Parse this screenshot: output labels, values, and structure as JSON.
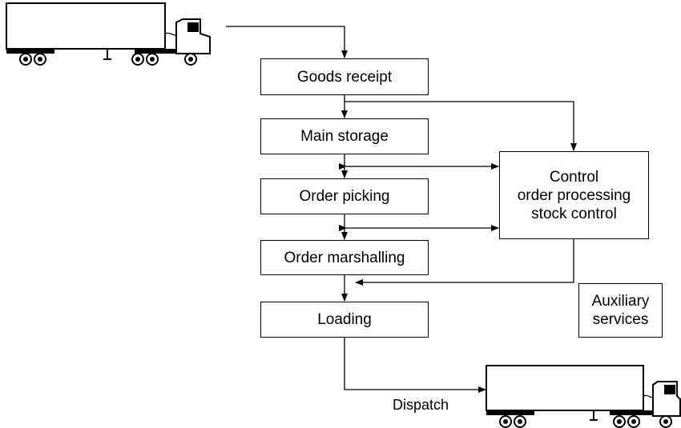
{
  "nodes": {
    "goods_receipt": "Goods receipt",
    "main_storage": "Main storage",
    "order_picking": "Order picking",
    "order_marshalling": "Order marshalling",
    "loading": "Loading",
    "control_lines": [
      "Control",
      "order processing",
      "stock control"
    ],
    "auxiliary_lines": [
      "Auxiliary",
      "services"
    ]
  },
  "labels": {
    "dispatch": "Dispatch"
  },
  "icons": {
    "incoming_truck": "semi-truck-icon",
    "outgoing_truck": "semi-truck-icon"
  }
}
